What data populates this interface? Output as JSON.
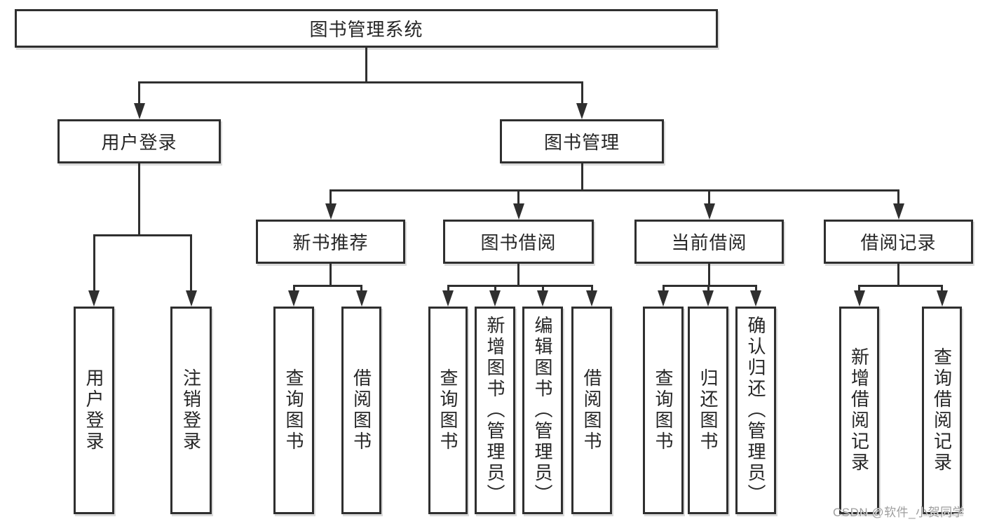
{
  "colors": {
    "line": "#2f2f2f",
    "box_border": "#2f2f2f",
    "text": "#262626",
    "background": "#ffffff",
    "watermark": "#9e9e9e"
  },
  "watermark": {
    "text": "CSDN @软件_小贺同学"
  },
  "tree": {
    "root": {
      "label": "图书管理系统",
      "children": [
        {
          "label": "用户登录",
          "children": [
            {
              "label": "用户登录"
            },
            {
              "label": "注销登录"
            }
          ]
        },
        {
          "label": "图书管理",
          "children": [
            {
              "label": "新书推荐",
              "children": [
                {
                  "label": "查询图书"
                },
                {
                  "label": "借阅图书"
                }
              ]
            },
            {
              "label": "图书借阅",
              "children": [
                {
                  "label": "查询图书"
                },
                {
                  "label": "新增图书（管理员）"
                },
                {
                  "label": "编辑图书（管理员）"
                },
                {
                  "label": "借阅图书"
                }
              ]
            },
            {
              "label": "当前借阅",
              "children": [
                {
                  "label": "查询图书"
                },
                {
                  "label": "归还图书"
                },
                {
                  "label": "确认归还（管理员）"
                }
              ]
            },
            {
              "label": "借阅记录",
              "children": [
                {
                  "label": "新增借阅记录"
                },
                {
                  "label": "查询借阅记录"
                }
              ]
            }
          ]
        }
      ]
    }
  }
}
